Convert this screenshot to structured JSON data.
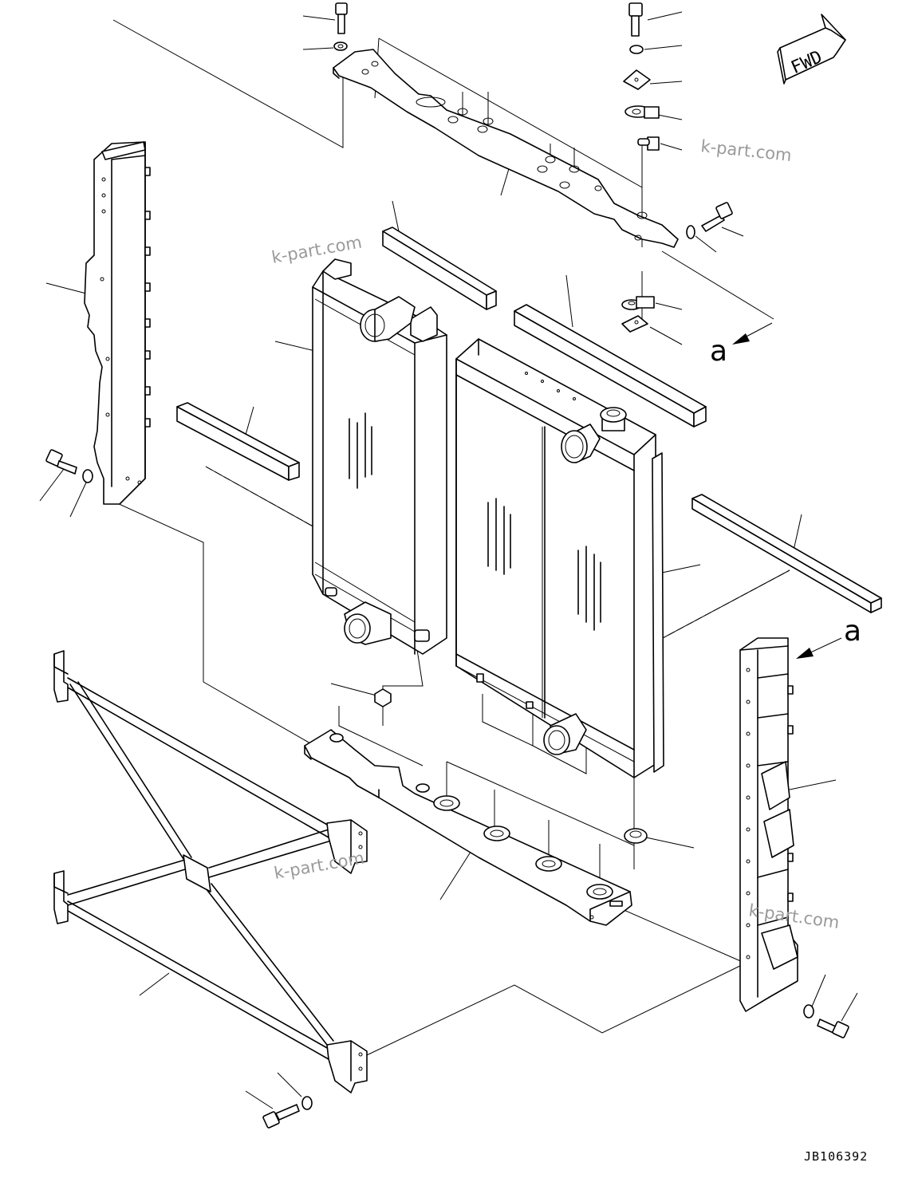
{
  "diagram": {
    "fwd_label": "FWD",
    "view_label_top": "a",
    "view_label_right": "a",
    "watermarks": [
      "k-part.com",
      "k-part.com",
      "k-part.com",
      "k-part.com"
    ],
    "drawing_code": "JB106392"
  }
}
